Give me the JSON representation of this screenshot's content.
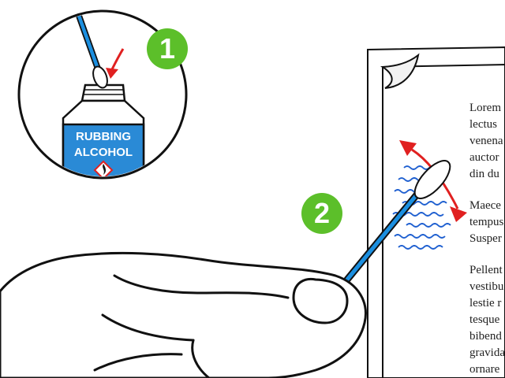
{
  "steps": [
    {
      "number": "1"
    },
    {
      "number": "2"
    }
  ],
  "bottle": {
    "label_line1": "RUBBING",
    "label_line2": "ALCOHOL",
    "hazard_icon": "flammable-hazard-icon"
  },
  "document": {
    "lines": [
      "Lorem",
      "lectus",
      "venena",
      "auctor",
      "din du",
      "Maece",
      "tempus",
      "Susper",
      "Pellent",
      "vestibu",
      "lestie r",
      "tesque",
      "bibend",
      "gravida",
      "ornare"
    ]
  },
  "colors": {
    "step_badge": "#5cbf2a",
    "liquid_blue": "#2a8ad6",
    "swab_blue": "#1b8fe0",
    "arrow_red": "#e02020",
    "scribble_blue": "#1e5fd0",
    "outline": "#111111"
  }
}
